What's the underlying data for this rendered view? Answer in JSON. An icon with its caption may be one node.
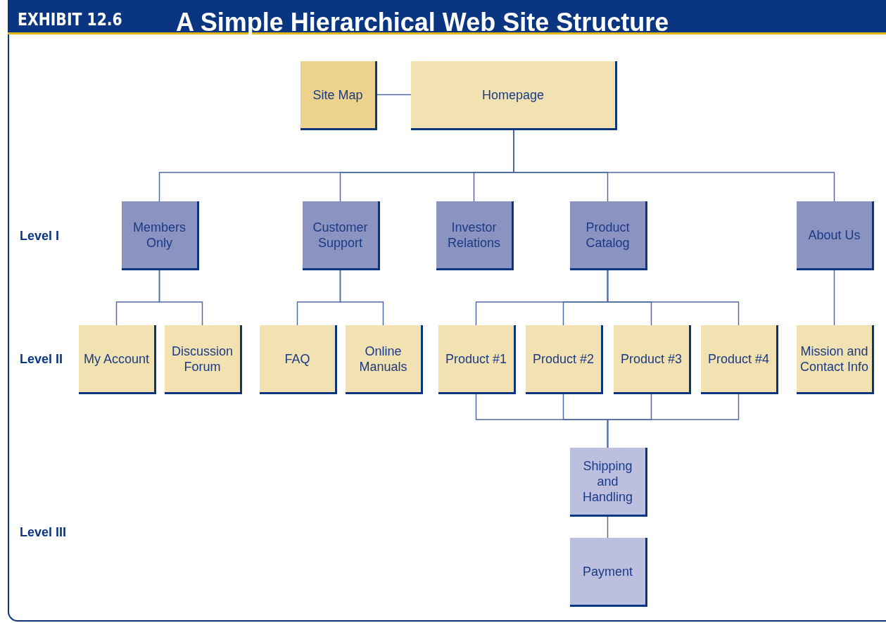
{
  "diagram": {
    "title": "A Simple Hierarchical Web Site Structure",
    "nodes": [
      {
        "text": [
          "Site Map"
        ]
      },
      {
        "text": [
          "Homepage"
        ]
      },
      {
        "text": [
          "Members Only"
        ]
      },
      {
        "text": [
          "Customer Support"
        ]
      },
      {
        "text": [
          "Investor Relations"
        ]
      },
      {
        "text": [
          "Product Catalog"
        ]
      },
      {
        "text": [
          "About Us"
        ]
      },
      {
        "text": [
          "My Account"
        ]
      },
      {
        "text": [
          "Discussion Forum"
        ]
      },
      {
        "text": [
          "FAQ"
        ]
      },
      {
        "text": [
          "Online Manuals"
        ]
      },
      {
        "text": [
          "Product #1"
        ]
      },
      {
        "text": [
          "Product #2"
        ]
      },
      {
        "text": [
          "Product #3"
        ]
      },
      {
        "text": [
          "Product #4"
        ]
      },
      {
        "text": [
          "Mission and Contact Info"
        ]
      },
      {
        "text": [
          "Shipping and Handling"
        ]
      },
      {
        "text": [
          "Payment"
        ]
      }
    ],
    "edges": [
      {
        "from": 0,
        "to": 1,
        "arrow": "none"
      },
      {
        "from": 1,
        "to": 2,
        "arrow": "none"
      },
      {
        "from": 1,
        "to": 3,
        "arrow": "none"
      },
      {
        "from": 1,
        "to": 4,
        "arrow": "none"
      },
      {
        "from": 1,
        "to": 5,
        "arrow": "none"
      },
      {
        "from": 1,
        "to": 6,
        "arrow": "none"
      },
      {
        "from": 2,
        "to": 7,
        "arrow": "none"
      },
      {
        "from": 2,
        "to": 8,
        "arrow": "none"
      },
      {
        "from": 3,
        "to": 9,
        "arrow": "none"
      },
      {
        "from": 3,
        "to": 10,
        "arrow": "none"
      },
      {
        "from": 5,
        "to": 11,
        "arrow": "none"
      },
      {
        "from": 5,
        "to": 12,
        "arrow": "none"
      },
      {
        "from": 5,
        "to": 13,
        "arrow": "none"
      },
      {
        "from": 5,
        "to": 14,
        "arrow": "none"
      },
      {
        "from": 6,
        "to": 15,
        "arrow": "none"
      },
      {
        "from": 11,
        "to": 16,
        "arrow": "none"
      },
      {
        "from": 12,
        "to": 16,
        "arrow": "none"
      },
      {
        "from": 13,
        "to": 16,
        "arrow": "none"
      },
      {
        "from": 14,
        "to": 16,
        "arrow": "none"
      },
      {
        "from": 16,
        "to": 17,
        "arrow": "none"
      }
    ],
    "labels": [
      "EXHIBIT 12.6",
      "Level I",
      "Level II",
      "Level III"
    ]
  }
}
